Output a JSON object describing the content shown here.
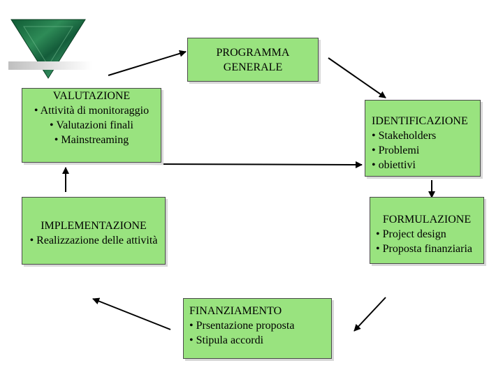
{
  "diagram": {
    "programma": {
      "lines": [
        "PROGRAMMA",
        "GENERALE"
      ]
    },
    "valutazione": {
      "lines": [
        "VALUTAZIONE",
        "• Attività di monitoraggio",
        "• Valutazioni finali",
        "• Mainstreaming"
      ]
    },
    "identificazione": {
      "lines": [
        "IDENTIFICAZIONE",
        "• Stakeholders",
        "• Problemi",
        "• obiettivi"
      ]
    },
    "implementazione": {
      "lines": [
        "IMPLEMENTAZIONE",
        "• Realizzazione delle attività"
      ]
    },
    "formulazione": {
      "lines": [
        "FORMULAZIONE",
        "• Project design",
        "• Proposta finanziaria"
      ]
    },
    "finanziamento": {
      "lines": [
        "FINANZIAMENTO",
        "• Prsentazione proposta",
        "• Stipula accordi"
      ]
    }
  },
  "colors": {
    "box_fill": "#99e37f",
    "logo_green": "#1f7a4c",
    "arrow": "#000000"
  },
  "icons": {
    "logo": "green-marble-triangle-logo"
  }
}
